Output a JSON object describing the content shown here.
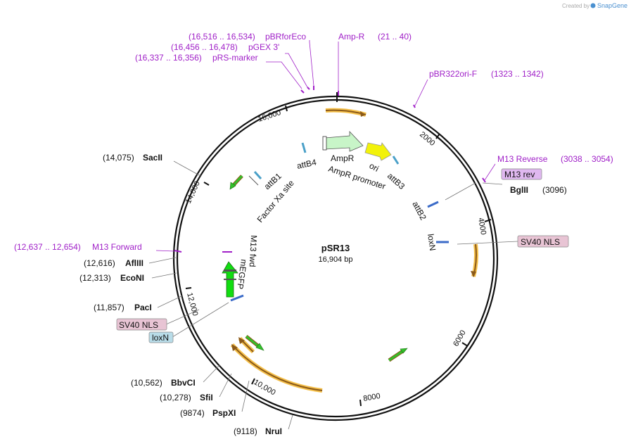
{
  "watermark": {
    "prefix": "Created by",
    "brand": "SnapGene"
  },
  "plasmid": {
    "name": "pSR13",
    "length": "16,904 bp"
  },
  "ticks": [
    {
      "label": "2000"
    },
    {
      "label": "4000"
    },
    {
      "label": "6000"
    },
    {
      "label": "8000"
    },
    {
      "label": "10,000"
    },
    {
      "label": "12,000"
    },
    {
      "label": "14,000"
    },
    {
      "label": "16,000"
    }
  ],
  "primers": {
    "pbrforeco": {
      "range": "(16,516 .. 16,534)",
      "name": "pBRforEco"
    },
    "pgex3": {
      "range": "(16,456 .. 16,478)",
      "name": "pGEX 3'"
    },
    "prsmarker": {
      "range": "(16,337 .. 16,356)",
      "name": "pRS-marker"
    },
    "ampr": {
      "name": "Amp-R",
      "range": "(21 .. 40)"
    },
    "pbr322ori": {
      "name": "pBR322ori-F",
      "range": "(1323 .. 1342)"
    },
    "m13rev_primer": {
      "name": "M13 Reverse",
      "range": "(3038 .. 3054)"
    },
    "m13fwd_primer": {
      "range": "(12,637 .. 12,654)",
      "name": "M13 Forward"
    }
  },
  "sites": {
    "sacii": {
      "pos": "(14,075)",
      "name": "SacII"
    },
    "bglii": {
      "name": "BglII",
      "pos": "(3096)"
    },
    "aflIII": {
      "pos": "(12,616)",
      "name": "AflIII"
    },
    "econi": {
      "pos": "(12,313)",
      "name": "EcoNI"
    },
    "paci": {
      "pos": "(11,857)",
      "name": "PacI"
    },
    "bbvci": {
      "pos": "(10,562)",
      "name": "BbvCI"
    },
    "sfii": {
      "pos": "(10,278)",
      "name": "SfiI"
    },
    "pspxi": {
      "pos": "(9874)",
      "name": "PspXI"
    },
    "nrui": {
      "pos": "(9118)",
      "name": "NruI"
    }
  },
  "boxes": {
    "m13rev": "M13 rev",
    "sv40_right": "SV40 NLS",
    "sv40_left": "SV40 NLS",
    "loxn_left": "loxN"
  },
  "inner_labels": {
    "attb4": "attB4",
    "attb1": "attB1",
    "factorxa": "Factor Xa site",
    "ampr": "AmpR",
    "ampr_promoter": "AmpR promoter",
    "ori": "ori",
    "attb3": "attB3",
    "attb2": "attB2",
    "loxn": "loxN",
    "m13fwd": "M13 fwd",
    "megfp": "mEGFP"
  },
  "colors": {
    "backbone": "#111111",
    "primer": "#a020c8",
    "feature_orange": "#f5c04a",
    "feature_brown": "#8b5a1a",
    "feature_green": "#33c02a",
    "feature_yellow": "#f2f20a",
    "feature_lightgreen": "#c8f5c8",
    "box_pink": "#e8c4d4",
    "box_lavender": "#e0b8f0",
    "box_blue": "#b8dce8",
    "brand": "#4a90d0"
  }
}
